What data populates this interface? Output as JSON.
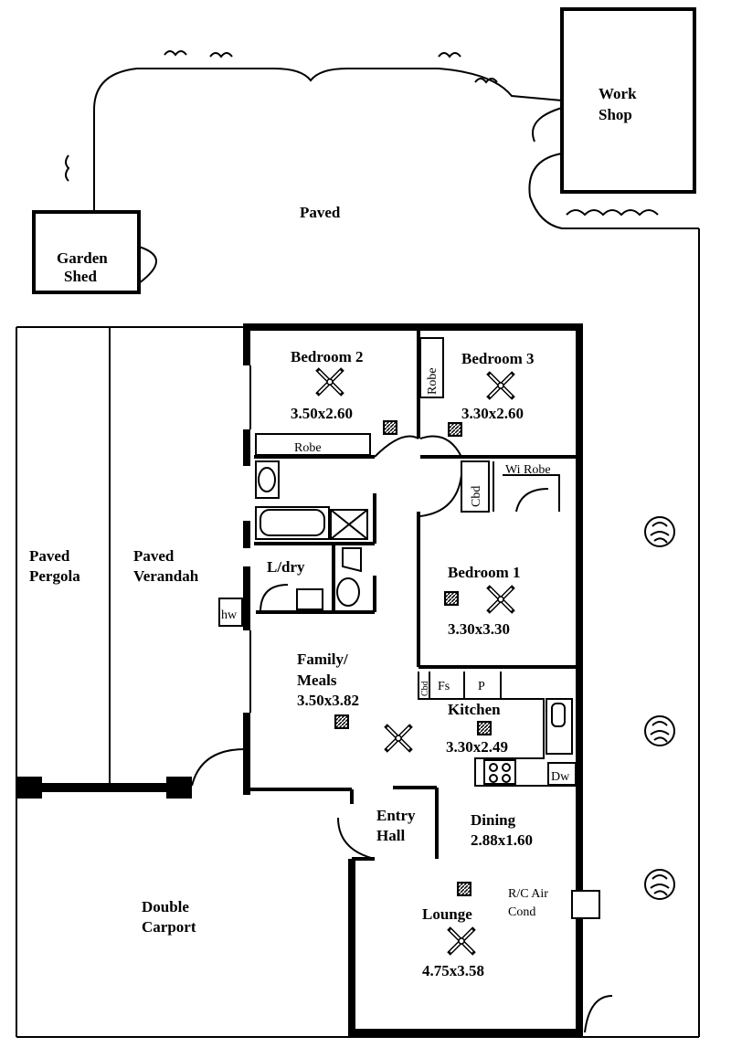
{
  "outdoor": {
    "paved": "Paved",
    "garden_shed": [
      "Garden",
      "Shed"
    ],
    "work_shop": [
      "Work",
      "Shop"
    ],
    "paved_pergola": [
      "Paved",
      "Pergola"
    ],
    "paved_verandah": [
      "Paved",
      "Verandah"
    ],
    "double_carport": [
      "Double",
      "Carport"
    ]
  },
  "rooms": {
    "bedroom2": {
      "name": "Bedroom 2",
      "size": "3.50x2.60"
    },
    "bedroom3": {
      "name": "Bedroom 3",
      "size": "3.30x2.60"
    },
    "bedroom1": {
      "name": "Bedroom 1",
      "size": "3.30x3.30"
    },
    "family": {
      "name": [
        "Family/",
        "Meals"
      ],
      "size": "3.50x3.82"
    },
    "kitchen": {
      "name": "Kitchen",
      "size": "3.30x2.49"
    },
    "dining": {
      "name": "Dining",
      "size": "2.88x1.60"
    },
    "entry": {
      "name": [
        "Entry",
        "Hall"
      ]
    },
    "lounge": {
      "name": "Lounge",
      "size": "4.75x3.58"
    },
    "laundry": {
      "name": "L/dry"
    }
  },
  "fixtures": {
    "robe_b2": "Robe",
    "robe_b3": "Robe",
    "wi_robe": "Wi Robe",
    "cbd_hall": "Cbd",
    "cbd_kitchen": "Cbd",
    "fs": "Fs",
    "p": "P",
    "dw": "Dw",
    "hw": "hw",
    "air_cond": [
      "R/C Air",
      "Cond"
    ]
  }
}
